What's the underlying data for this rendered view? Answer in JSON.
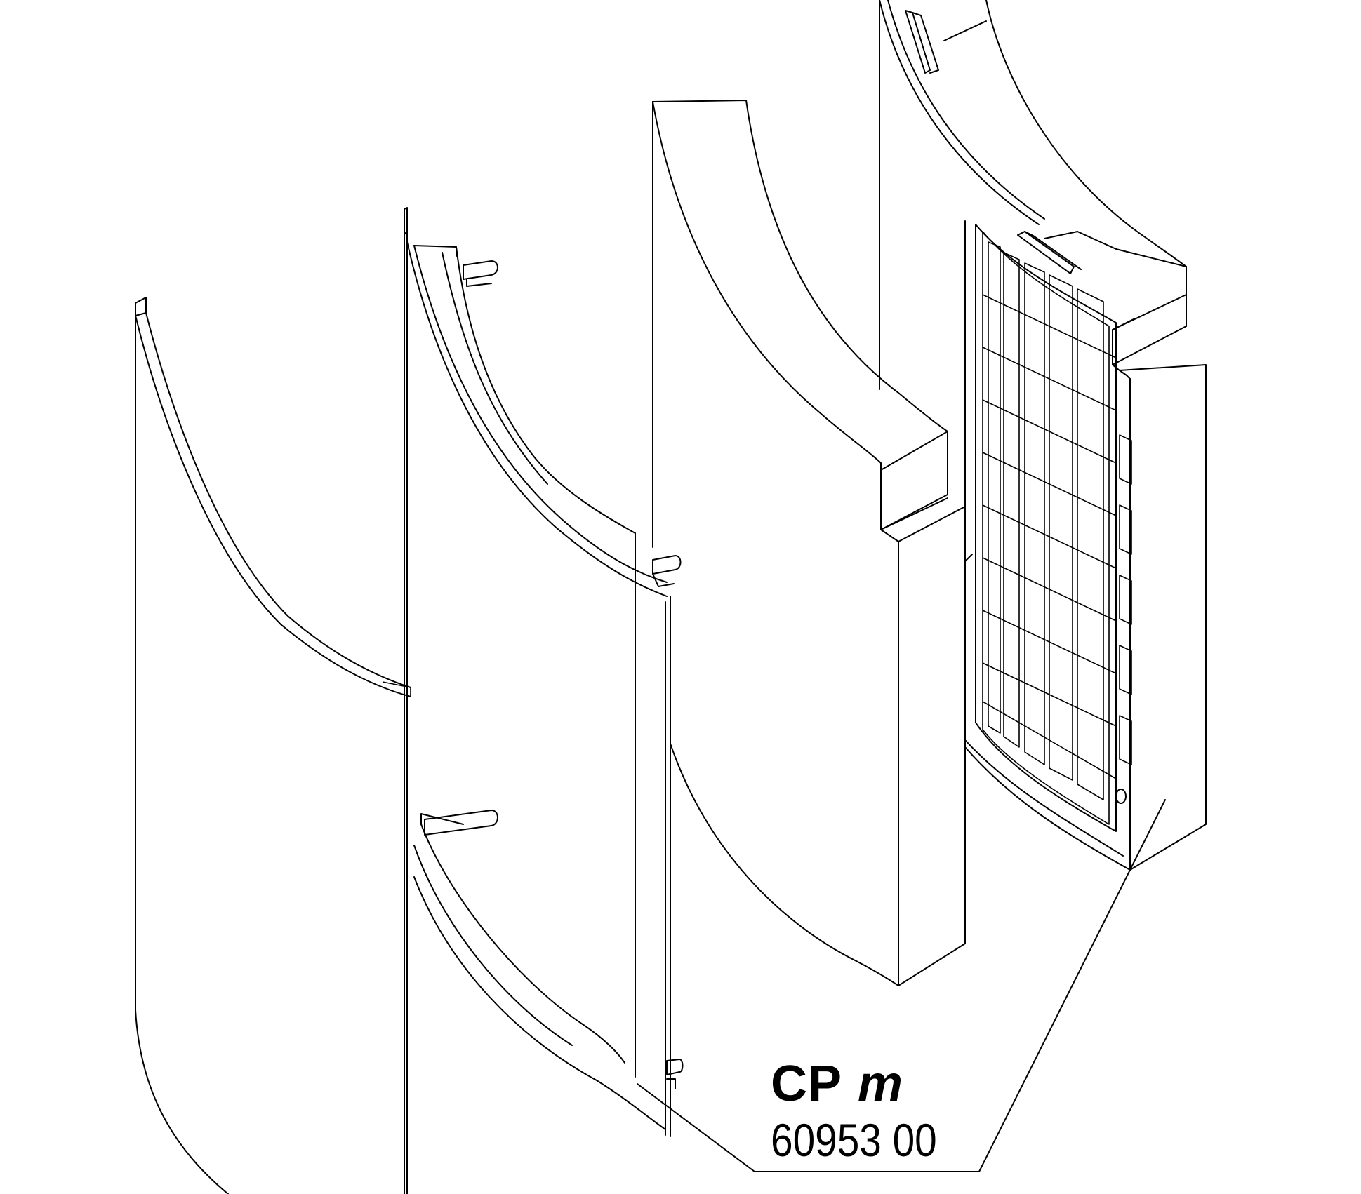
{
  "label": {
    "product": "CP",
    "model": "m",
    "part_number": "60953 00"
  },
  "parts": [
    "outer-cover-shell",
    "fastening-frame",
    "filter-sponge",
    "filter-grille-housing"
  ],
  "colors": {
    "background": "#ffffff",
    "line": "#000000"
  }
}
